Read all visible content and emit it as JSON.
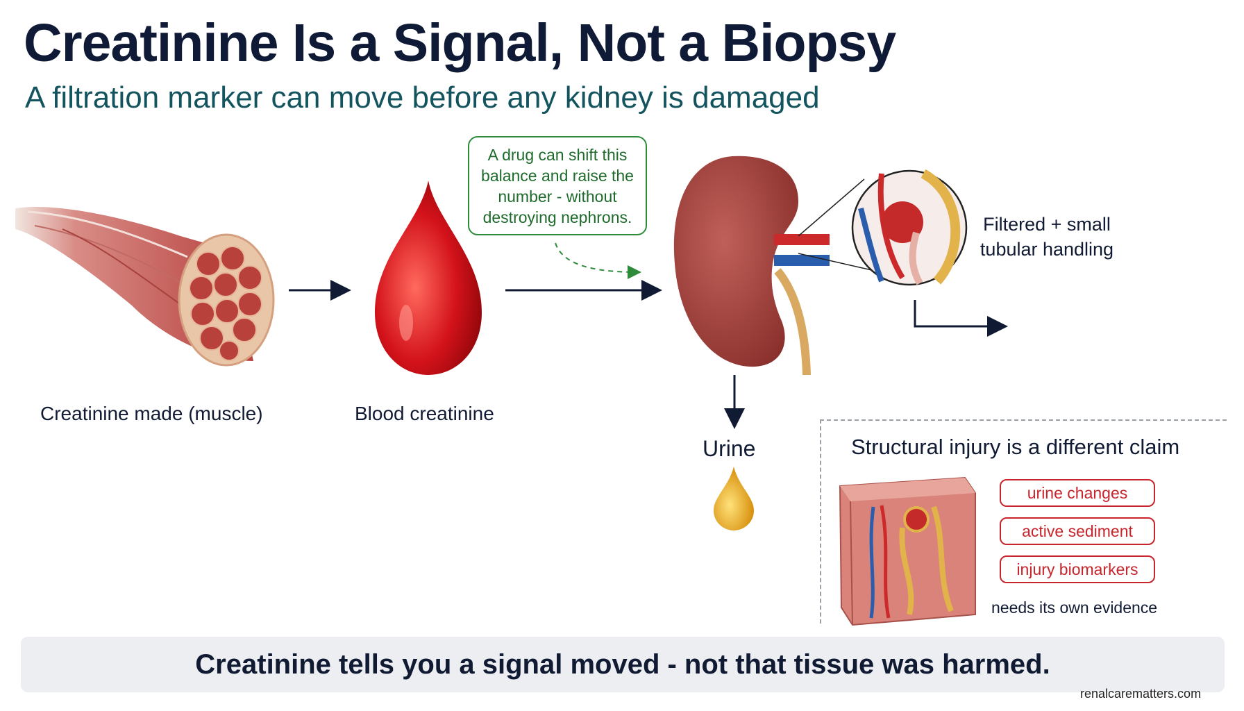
{
  "header": {
    "title": "Creatinine Is a Signal, Not a Biopsy",
    "subtitle": "A filtration marker can move before any kidney is damaged"
  },
  "flow": {
    "muscle_label": "Creatinine made (muscle)",
    "blood_label": "Blood creatinine",
    "callout": "A drug can shift this balance and raise the number - without destroying nephrons.",
    "filtered_label": "Filtered + small tubular handling",
    "urine_label": "Urine"
  },
  "injury": {
    "title": "Structural injury is a different claim",
    "pills": [
      "urine changes",
      "active sediment",
      "injury biomarkers"
    ],
    "footnote": "needs its own evidence"
  },
  "bottom": {
    "message": "Creatinine tells you a signal moved - not that tissue was harmed."
  },
  "footer": {
    "site": "renalcarematters.com"
  },
  "colors": {
    "title": "#0f1a36",
    "subtitle": "#13545f",
    "callout_green": "#2e8b3c",
    "pill_red": "#c8242b",
    "arrow": "#111a33"
  }
}
